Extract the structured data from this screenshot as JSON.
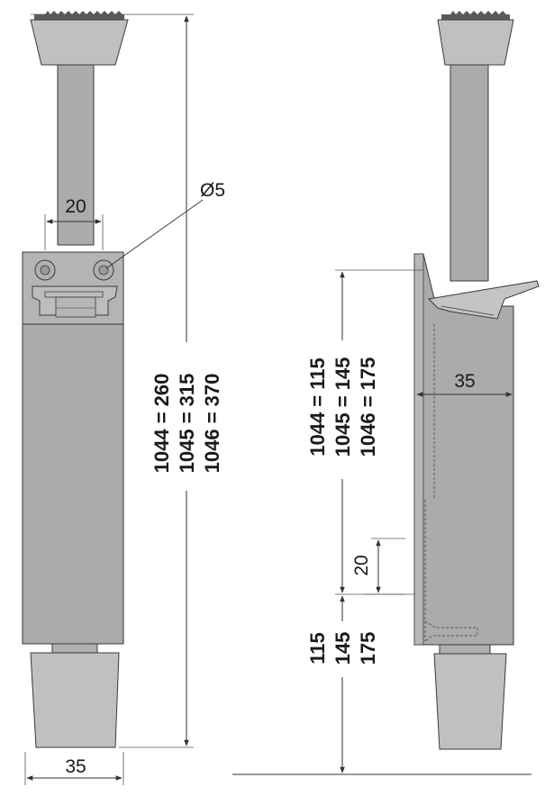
{
  "diagram": {
    "front_view": {
      "width_top_label": "20",
      "hole_label": "Ø5",
      "width_bottom_label": "35",
      "height_labels": [
        "1044 = 260",
        "1045 = 315",
        "1046 = 370"
      ]
    },
    "side_view": {
      "depth_label": "35",
      "offset_label": "20",
      "height_labels": [
        "1044 = 115",
        "1045 = 145",
        "1046 = 175"
      ],
      "bottom_labels": [
        "115",
        "145",
        "175"
      ]
    },
    "colors": {
      "body": "#ababab",
      "foot": "#c0c0c0",
      "line": "#3a3a3a",
      "dim_line": "#555555"
    }
  }
}
